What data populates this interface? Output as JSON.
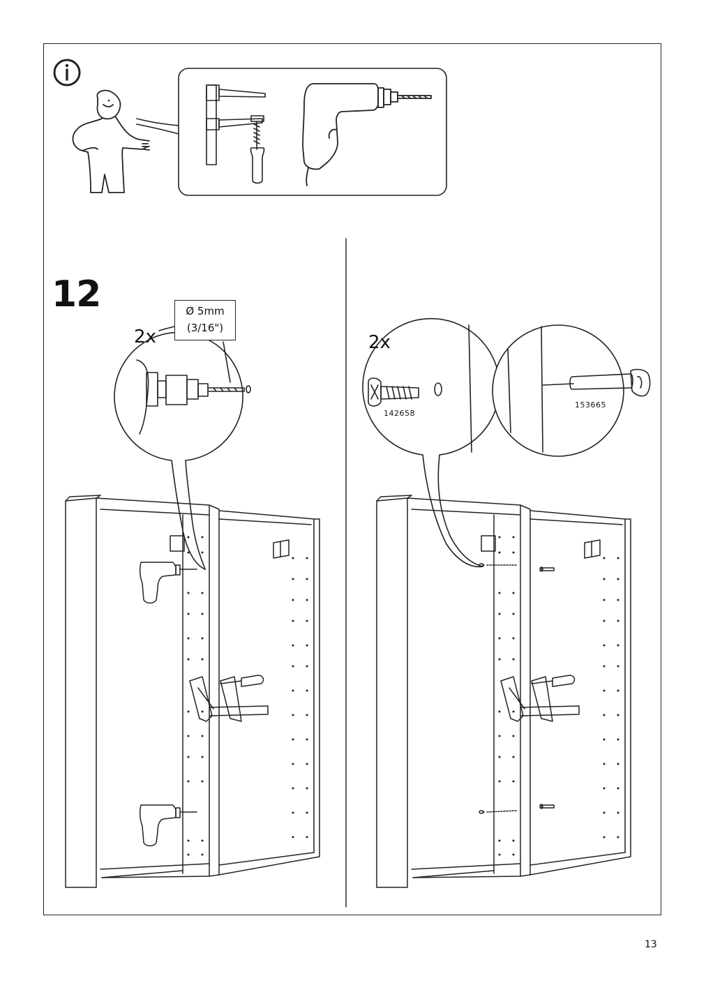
{
  "step": {
    "number": "12"
  },
  "left_panel": {
    "quantity": "2x",
    "drill_size_metric": "Ø 5mm",
    "drill_size_imperial": "(3/16\")"
  },
  "right_panel": {
    "quantity": "2x",
    "part_screw": "142658",
    "part_pin": "153665"
  },
  "footer": {
    "page_number": "13"
  },
  "icons": {
    "info": "info-icon",
    "person": "person-icon",
    "clamp": "clamp-icon",
    "drill": "drill-icon"
  }
}
